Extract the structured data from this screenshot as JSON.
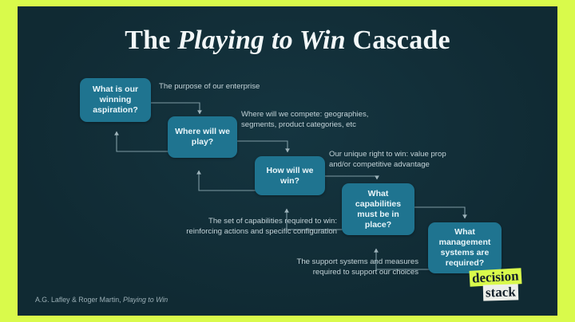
{
  "slide": {
    "title_prefix": "The ",
    "title_italic": "Playing to Win",
    "title_suffix": " Cascade",
    "background_color": "#102A33",
    "frame_color": "#D9FA4B",
    "box_color": "#1F7490",
    "note_color": "#C3D3D8"
  },
  "nodes": [
    {
      "id": "winning-aspiration",
      "label": "What is our winning aspiration?"
    },
    {
      "id": "where-to-play",
      "label": "Where will we play?"
    },
    {
      "id": "how-to-win",
      "label": "How will we win?"
    },
    {
      "id": "capabilities",
      "label": "What capabilities must be in place?"
    },
    {
      "id": "management-systems",
      "label": "What management systems are required?"
    }
  ],
  "notes": [
    {
      "id": "note-purpose",
      "text": "The purpose of our enterprise"
    },
    {
      "id": "note-where",
      "text": "Where will we compete: geographies,\nsegments, product categories, etc"
    },
    {
      "id": "note-how",
      "text": "Our unique right to win: value prop\nand/or competitive advantage"
    },
    {
      "id": "note-capabilities",
      "text": "The set of capabilities required to win:\nreinforcing actions and specific configuration"
    },
    {
      "id": "note-systems",
      "text": "The support systems and measures\nrequired to support our choices"
    }
  ],
  "credit": {
    "authors": "A.G. Lafley & Roger Martin, ",
    "book": "Playing to Win"
  },
  "logo": {
    "line1": "decision",
    "line2": "stack"
  }
}
